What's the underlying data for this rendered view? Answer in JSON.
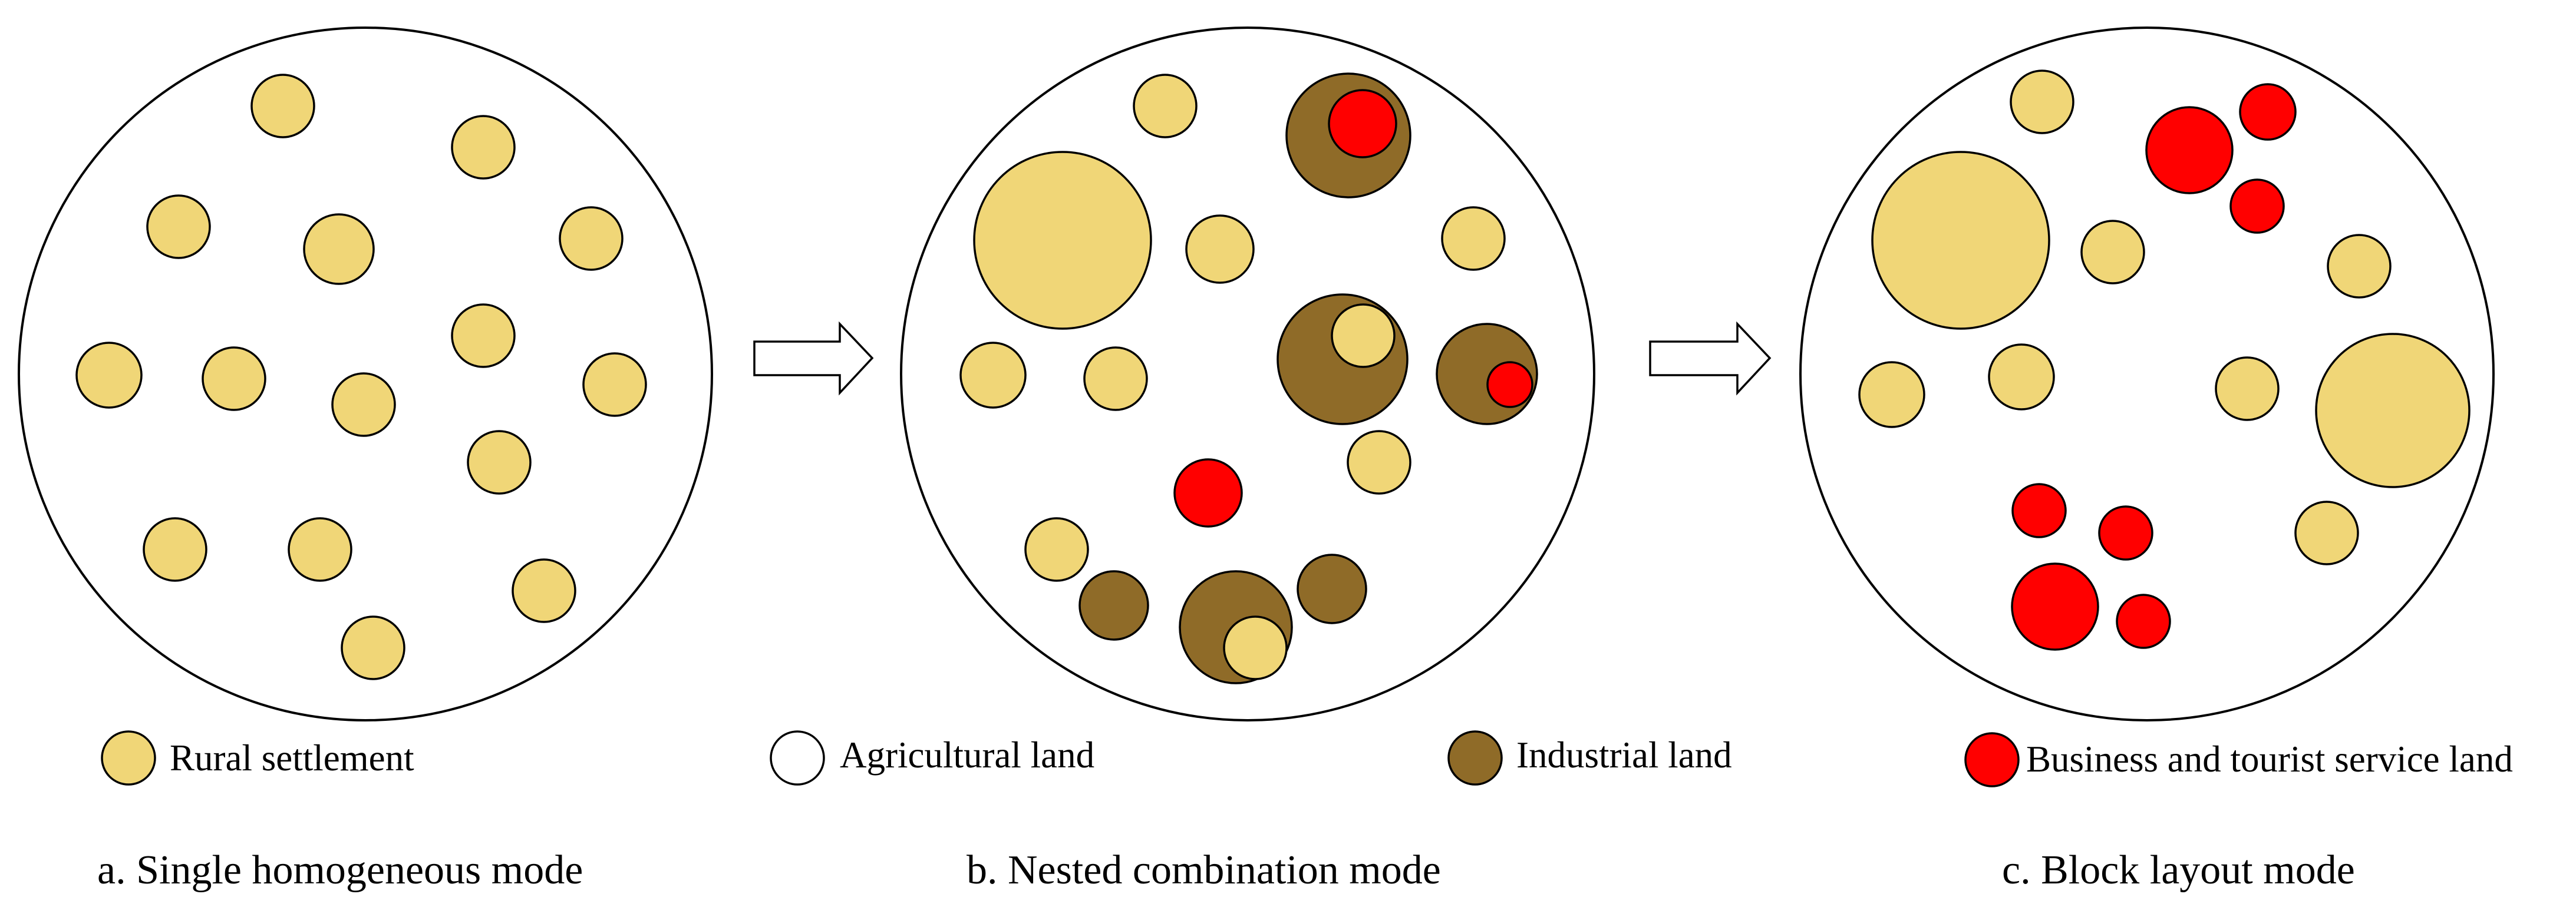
{
  "colors": {
    "rural_settlement": "#F0D677",
    "agricultural_land": "#FFFFFF",
    "industrial_land": "#8F6B28",
    "business_tourist": "#FF0000",
    "outline": "#000000"
  },
  "legend": [
    {
      "key": "rural_settlement",
      "label": "Rural settlement"
    },
    {
      "key": "agricultural_land",
      "label": "Agricultural land"
    },
    {
      "key": "industrial_land",
      "label": "Industrial land"
    },
    {
      "key": "business_tourist",
      "label": "Business and tourist service land"
    }
  ],
  "panels": [
    {
      "id": "a",
      "caption": "a. Single homogeneous mode"
    },
    {
      "id": "b",
      "caption": "b. Nested combination mode"
    },
    {
      "id": "c",
      "caption": "c. Block layout mode"
    }
  ],
  "arrows": [
    {
      "from": "a",
      "to": "b",
      "icon": "right-arrow-icon"
    },
    {
      "from": "b",
      "to": "c",
      "icon": "right-arrow-icon"
    }
  ]
}
